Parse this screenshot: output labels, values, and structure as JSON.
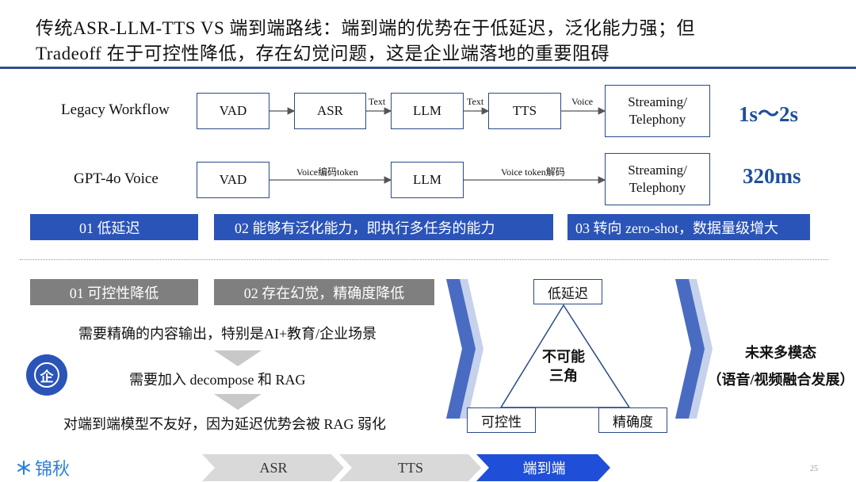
{
  "title": {
    "line1": "传统ASR-LLM-TTS VS 端到端路线：端到端的优势在于低延迟，泛化能力强；但",
    "line2": "Tradeoff 在于可控性降低，存在幻觉问题，这是企业端落地的重要阻碍"
  },
  "legacy": {
    "label": "Legacy Workflow",
    "boxes": [
      "VAD",
      "ASR",
      "LLM",
      "TTS"
    ],
    "arrow_labels": [
      "Text",
      "Text",
      "Voice"
    ],
    "output_line1": "Streaming/",
    "output_line2": "Telephony",
    "latency": "1s～2s"
  },
  "gpt": {
    "label": "GPT-4o Voice",
    "boxes": [
      "VAD",
      "LLM"
    ],
    "arrow_labels": [
      "Voice编码token",
      "Voice token解码"
    ],
    "output_line1": "Streaming/",
    "output_line2": "Telephony",
    "latency": "320ms"
  },
  "advantages": [
    "01 低延迟",
    "02 能够有泛化能力，即执行多任务的能力",
    "03 转向 zero-shot，数据量级增大"
  ],
  "drawbacks": [
    "01 可控性降低",
    "02 存在幻觉，精确度降低"
  ],
  "flow": {
    "step1": "需要精确的内容输出，特别是AI+教育/企业场景",
    "step2": "需要加入 decompose 和 RAG",
    "step3": "对端到端模型不友好，因为延迟优势会被 RAG 弱化"
  },
  "enterprise_icon": "企",
  "triangle": {
    "top": "低延迟",
    "left": "可控性",
    "right": "精确度",
    "center_line1": "不可能",
    "center_line2": "三角"
  },
  "future": {
    "line1": "未来多模态",
    "line2": "（语音/视频融合发展）"
  },
  "footer": {
    "logo_text": "锦秋",
    "steps": [
      "ASR",
      "TTS",
      "端到端"
    ],
    "page": "25"
  },
  "colors": {
    "accent": "#2b54b8",
    "border": "#2a4a88",
    "latency": "#1f4e9b",
    "gray": "#7f7f7f"
  }
}
